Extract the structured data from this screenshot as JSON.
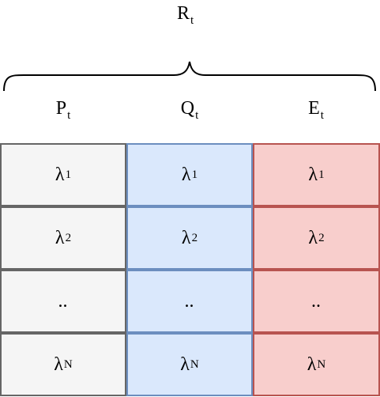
{
  "top_label": {
    "base": "R",
    "sub": "t"
  },
  "columns": [
    {
      "header": {
        "base": "P",
        "sub": "t"
      },
      "fill": "#f5f5f5",
      "stroke": "#666666",
      "cells": [
        {
          "base": "λ",
          "sub": "1"
        },
        {
          "base": "λ",
          "sub": "2"
        },
        {
          "base": "..",
          "sub": ""
        },
        {
          "base": "λ",
          "sub": "N"
        }
      ]
    },
    {
      "header": {
        "base": "Q",
        "sub": "t"
      },
      "fill": "#dae8fc",
      "stroke": "#6c8ebf",
      "cells": [
        {
          "base": "λ",
          "sub": "1"
        },
        {
          "base": "λ",
          "sub": "2"
        },
        {
          "base": "..",
          "sub": ""
        },
        {
          "base": "λ",
          "sub": "N"
        }
      ]
    },
    {
      "header": {
        "base": "E",
        "sub": "t"
      },
      "fill": "#f8cecc",
      "stroke": "#b85450",
      "cells": [
        {
          "base": "λ",
          "sub": "1"
        },
        {
          "base": "λ",
          "sub": "2"
        },
        {
          "base": "..",
          "sub": ""
        },
        {
          "base": "λ",
          "sub": "N"
        }
      ]
    }
  ]
}
